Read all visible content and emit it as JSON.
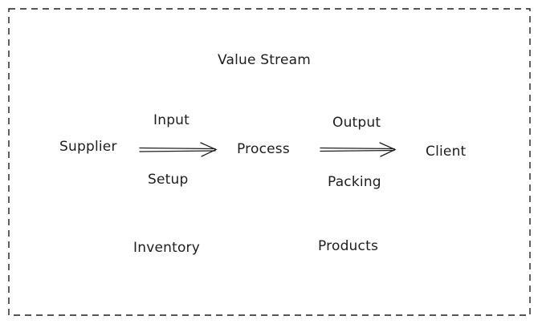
{
  "diagram": {
    "title": "Value Stream",
    "nodes": {
      "supplier": "Supplier",
      "process": "Process",
      "client": "Client"
    },
    "edges": {
      "input": {
        "from": "Supplier",
        "to": "Process",
        "label_above": "Input",
        "label_below": "Setup"
      },
      "output": {
        "from": "Process",
        "to": "Client",
        "label_above": "Output",
        "label_below": "Packing"
      }
    },
    "footer": {
      "inventory": "Inventory",
      "products": "Products"
    }
  },
  "colors": {
    "stroke": "#1e1e1e",
    "background": "#ffffff"
  }
}
